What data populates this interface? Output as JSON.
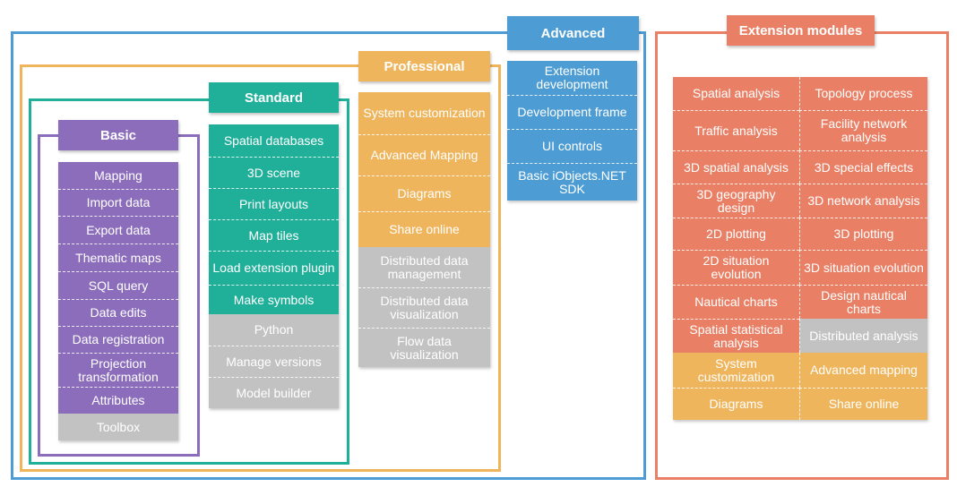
{
  "colors": {
    "basic": "#8b6dbb",
    "standard": "#20b09a",
    "professional": "#efb55c",
    "advanced": "#4d9dd4",
    "extension": "#e98066",
    "gray": "#c2c2c2"
  },
  "tiers": {
    "advanced": {
      "title": "Advanced",
      "items": [
        "Extension development",
        "Development frame",
        "UI controls",
        "Basic iObjects.NET SDK"
      ]
    },
    "professional": {
      "title": "Professional",
      "items": [
        "System customization",
        "Advanced Mapping",
        "Diagrams",
        "Share online",
        "Distributed data management",
        "Distributed data visualization",
        "Flow data visualization"
      ]
    },
    "standard": {
      "title": "Standard",
      "items": [
        "Spatial databases",
        "3D scene",
        "Print layouts",
        "Map tiles",
        "Load extension plugin",
        "Make symbols",
        "Python",
        "Manage versions",
        "Model builder"
      ]
    },
    "basic": {
      "title": "Basic",
      "items": [
        "Mapping",
        "Import data",
        "Export data",
        "Thematic maps",
        "SQL query",
        "Data edits",
        "Data registration",
        "Projection transformation",
        "Attributes",
        "Toolbox"
      ]
    }
  },
  "extension": {
    "title": "Extension modules",
    "rows": [
      [
        "Spatial analysis",
        "Topology process"
      ],
      [
        "Traffic analysis",
        "Facility network analysis"
      ],
      [
        "3D spatial analysis",
        "3D special effects"
      ],
      [
        "3D geography design",
        "3D network analysis"
      ],
      [
        "2D plotting",
        "3D plotting"
      ],
      [
        "2D situation evolution",
        "3D situation evolution"
      ],
      [
        "Nautical charts",
        "Design nautical charts"
      ],
      [
        "Spatial statistical analysis",
        "Distributed analysis"
      ],
      [
        "System customization",
        "Advanced mapping"
      ],
      [
        "Diagrams",
        "Share online"
      ]
    ]
  }
}
